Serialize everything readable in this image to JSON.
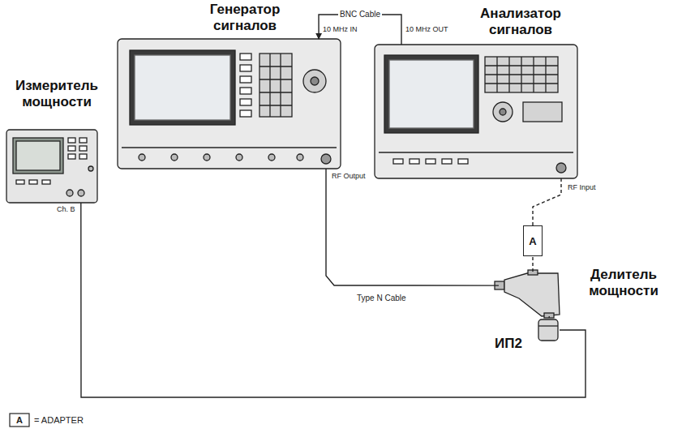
{
  "diagram": {
    "nodes": [
      {
        "text": [
          "Измеритель мощности"
        ]
      },
      {
        "text": [
          "Генератор сигналов"
        ]
      },
      {
        "text": [
          "Анализатор сигналов"
        ]
      },
      {
        "text": [
          "Делитель мощности"
        ]
      },
      {
        "text": [
          "A"
        ]
      },
      {
        "text": [
          "ИП2"
        ]
      }
    ],
    "edges": [
      {
        "from": 2,
        "to": 1,
        "arrow": "to",
        "label": "BNC Cable"
      },
      {
        "from": 1,
        "to": 3,
        "arrow": "none",
        "label": "Type N Cable"
      },
      {
        "from": 3,
        "to": 4,
        "arrow": "none"
      },
      {
        "from": 4,
        "to": 2,
        "arrow": "none"
      },
      {
        "from": 0,
        "to": 5,
        "arrow": "none"
      },
      {
        "from": 3,
        "to": 5,
        "arrow": "none"
      }
    ],
    "labels": [
      "10 MHz IN",
      "10 MHz OUT",
      "RF Output",
      "RF Input",
      "Ch. B",
      "A"
    ],
    "legend": [
      {
        "text": "= ADAPTER"
      }
    ]
  }
}
